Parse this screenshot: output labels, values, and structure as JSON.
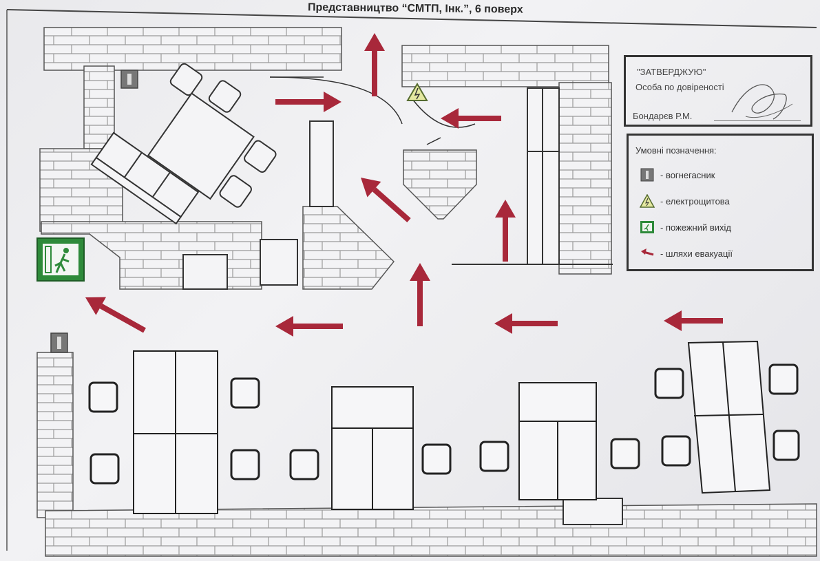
{
  "header": {
    "subtitle": "Представництво “СМТП, Інк.”, 6 поверх"
  },
  "approval": {
    "line1": "\"ЗАТВЕРДЖУЮ\"",
    "line2": "Особа по довіреності",
    "line3": "Бондарєв Р.М."
  },
  "legend": {
    "title": "Умовні позначення:",
    "items": [
      {
        "icon": "extinguisher-icon",
        "label": "- вогнегасник"
      },
      {
        "icon": "electric-panel-icon",
        "label": "- електрощитова"
      },
      {
        "icon": "fire-exit-icon",
        "label": "- пожежний вихід"
      },
      {
        "icon": "evacuation-arrow-icon",
        "label": "- шляхи евакуації"
      }
    ]
  },
  "colors": {
    "arrow": "#a8283a",
    "exit_green": "#2e8a3a",
    "line": "#333333",
    "brick": "#9a9a9a"
  }
}
